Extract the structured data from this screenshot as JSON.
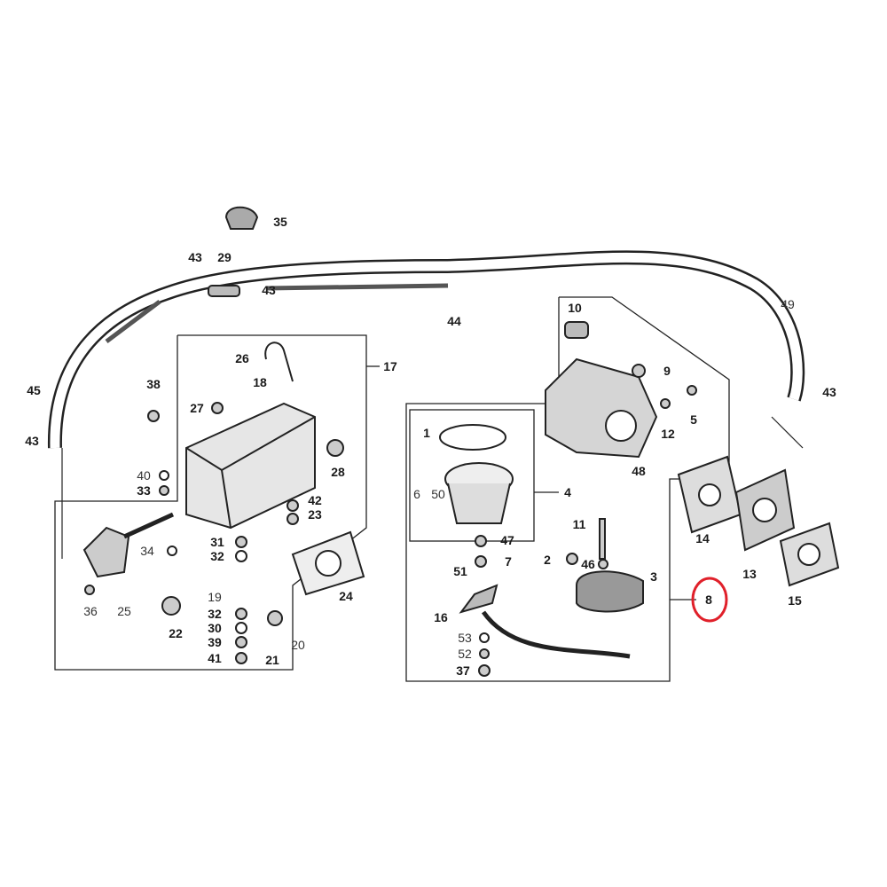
{
  "diagram": {
    "type": "exploded-parts-diagram",
    "highlight_color": "#e0202a",
    "highlighted_part": "8",
    "callouts": [
      "35",
      "43",
      "29",
      "43",
      "44",
      "49",
      "45",
      "43",
      "38",
      "26",
      "17",
      "18",
      "27",
      "43",
      "10",
      "9",
      "12",
      "5",
      "48",
      "1",
      "6",
      "50",
      "4",
      "40",
      "33",
      "28",
      "42",
      "23",
      "31",
      "32",
      "34",
      "24",
      "11",
      "46",
      "2",
      "3",
      "47",
      "7",
      "51",
      "14",
      "13",
      "15",
      "8",
      "16",
      "53",
      "52",
      "37",
      "19",
      "32",
      "30",
      "39",
      "41",
      "22",
      "21",
      "20",
      "36",
      "25"
    ]
  }
}
